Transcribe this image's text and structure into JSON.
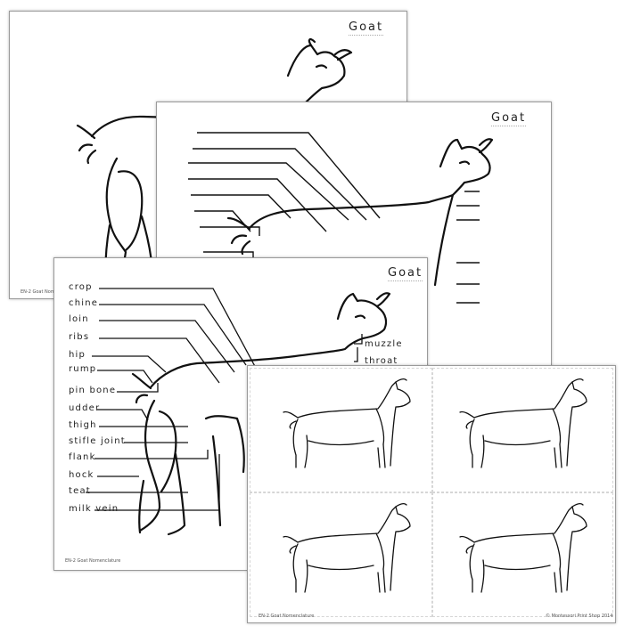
{
  "sheet1": {
    "title": "Goat",
    "footer": "EN-2 Goat Nomenclature"
  },
  "sheet2": {
    "title": "Goat"
  },
  "sheet3": {
    "title": "Goat",
    "footer": "EN-2 Goat Nomenclature",
    "labels_left": [
      "crop",
      "chine",
      "loin",
      "ribs",
      "hip",
      "rump",
      "pin bone",
      "udder",
      "thigh",
      "stifle joint",
      "flank",
      "hock",
      "teat",
      "milk vein"
    ],
    "labels_right": [
      "muzzle",
      "throat"
    ]
  },
  "sheet4": {
    "footer_left": "EN-2 Goat Nomenclature",
    "footer_right": "© Montessori Print Shop 2014"
  }
}
